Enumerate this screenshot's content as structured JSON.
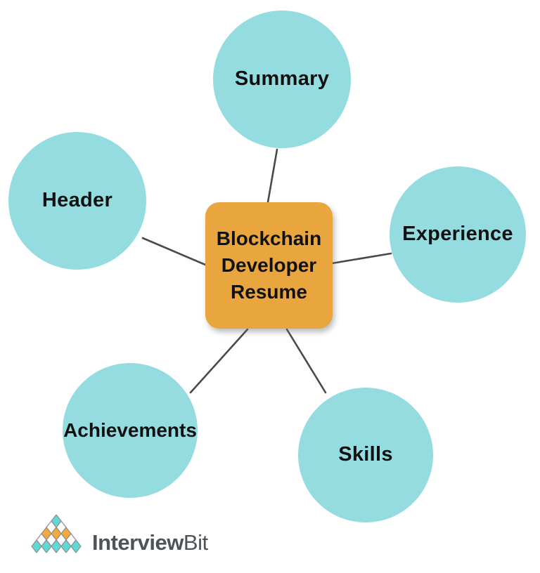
{
  "theme": {
    "background": "#ffffff",
    "node_fill": "#95dce0",
    "center_fill": "#eaa63e",
    "connector_color": "#4a4a4a",
    "text_color": "#111111",
    "logo_teal": "#5ed9d5",
    "logo_orange": "#f2a93d",
    "logo_outline": "#8e8e8e",
    "logo_text_color": "#4e5357"
  },
  "diagram": {
    "center_title": "Blockchain Developer Resume",
    "nodes": [
      {
        "id": "summary",
        "label": "Summary"
      },
      {
        "id": "header",
        "label": "Header"
      },
      {
        "id": "experience",
        "label": "Experience"
      },
      {
        "id": "achievements",
        "label": "Achievements"
      },
      {
        "id": "skills",
        "label": "Skills"
      }
    ]
  },
  "footer": {
    "brand_bold": "Interview",
    "brand_light": "Bit"
  }
}
